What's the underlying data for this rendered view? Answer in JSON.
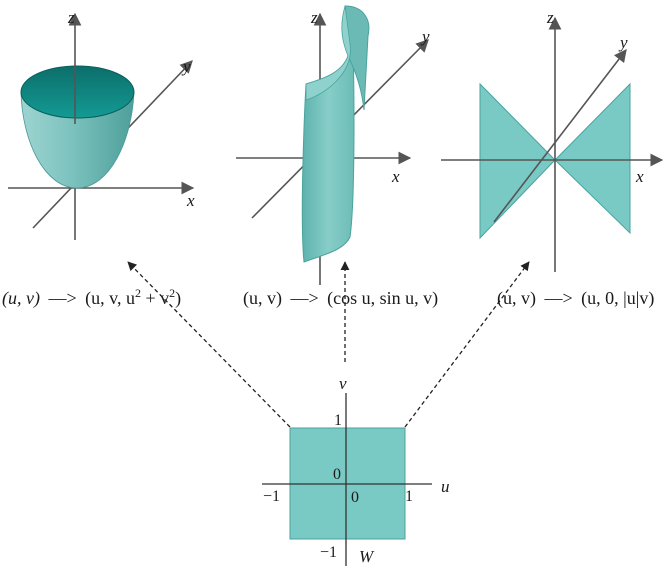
{
  "colors": {
    "surface": "#79c9c4",
    "surface_dark": "#0f7b77",
    "axis": "#555555"
  },
  "graphs": {
    "paraboloid": {
      "z_label": "z",
      "y_label": "y",
      "x_label": "x",
      "mapping": {
        "lhs": "(u, v)",
        "arrow": "—>",
        "rhs_a": "(u, v, u",
        "sup1": "2",
        "mid": " + v",
        "sup2": "2",
        "close": ")"
      }
    },
    "cylinder": {
      "z_label": "z",
      "y_label": "y",
      "x_label": "x",
      "mapping": {
        "lhs": "(u, v)",
        "arrow": "—>",
        "rhs": "(cos u, sin u, v)"
      }
    },
    "cone": {
      "z_label": "z",
      "y_label": "y",
      "x_label": "x",
      "mapping": {
        "lhs": "(u, v)",
        "arrow": "—>",
        "rhs": "(u, 0, |u|v)"
      }
    }
  },
  "domain": {
    "u_label": "u",
    "v_label": "v",
    "region_label": "W",
    "ticks": {
      "one_top": "1",
      "zero_left": "0",
      "neg_one_left": "−1",
      "zero_bottom": "0",
      "one_right": "1",
      "neg_one_bottom": "−1"
    }
  }
}
